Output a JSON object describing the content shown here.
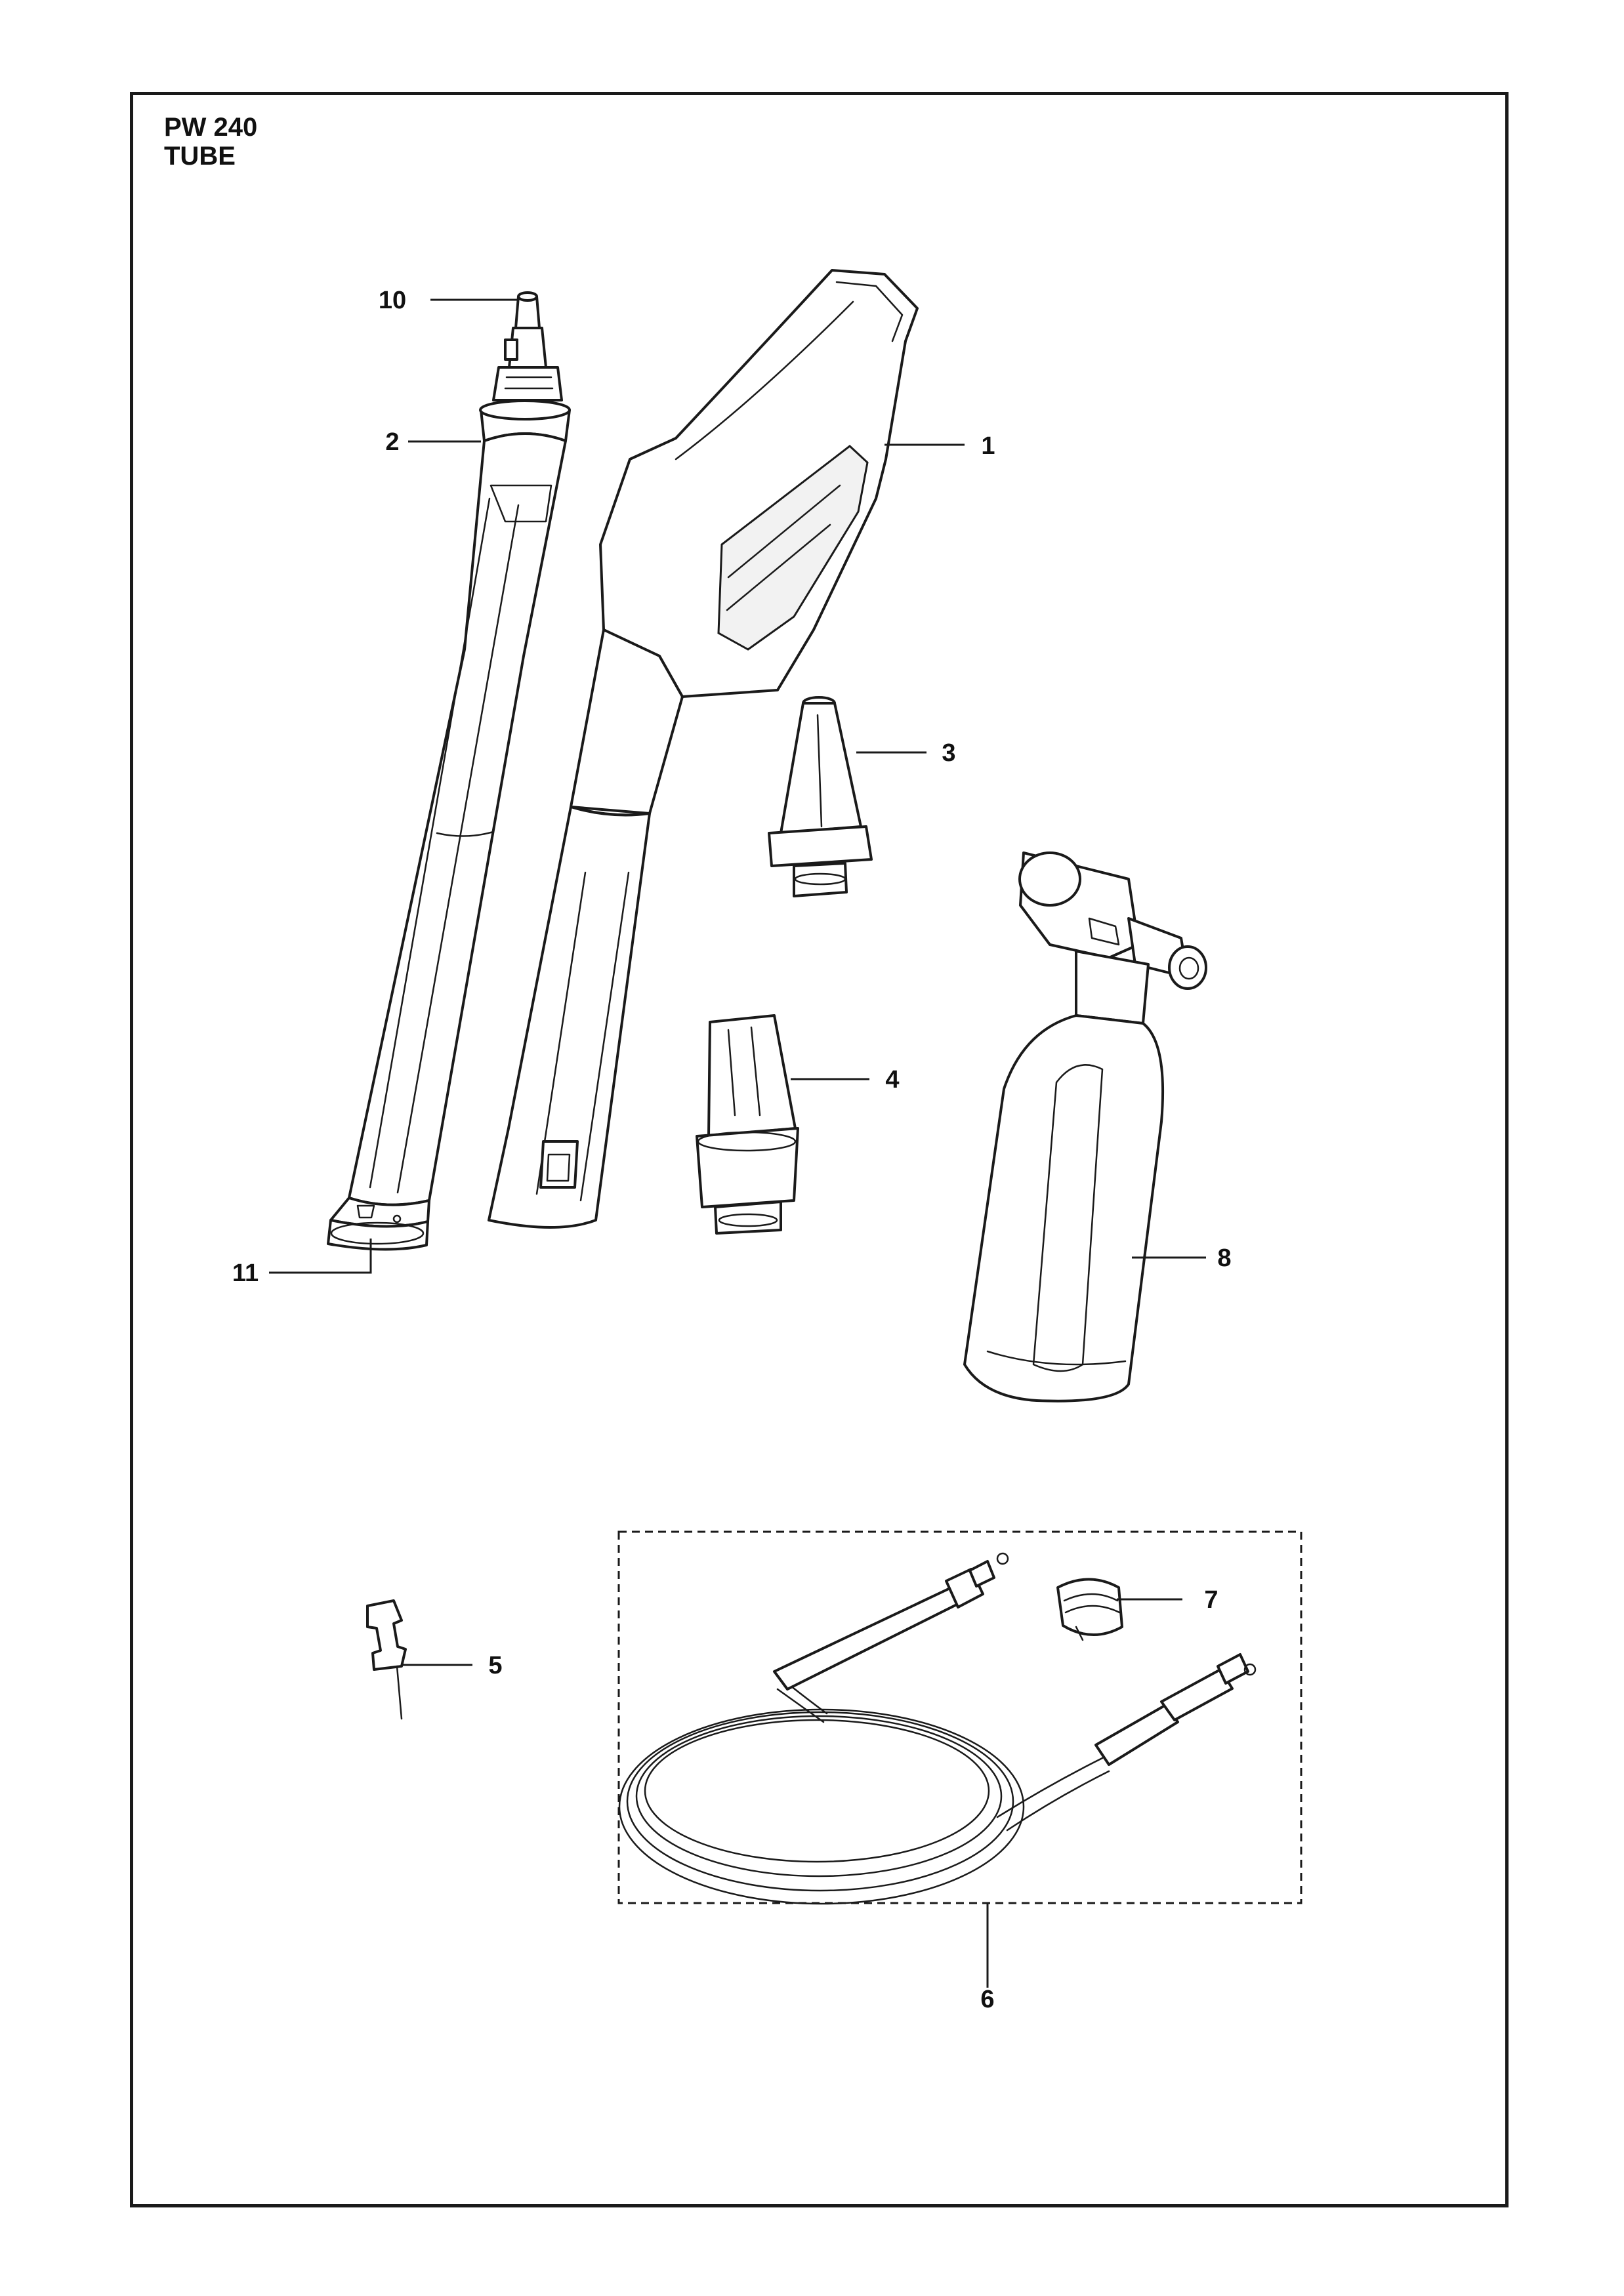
{
  "header": {
    "model": "PW 240",
    "section": "TUBE"
  },
  "callouts": {
    "c1": "1",
    "c2": "2",
    "c3": "3",
    "c4": "4",
    "c5": "5",
    "c6": "6",
    "c7": "7",
    "c8": "8",
    "c10": "10",
    "c11": "11"
  }
}
